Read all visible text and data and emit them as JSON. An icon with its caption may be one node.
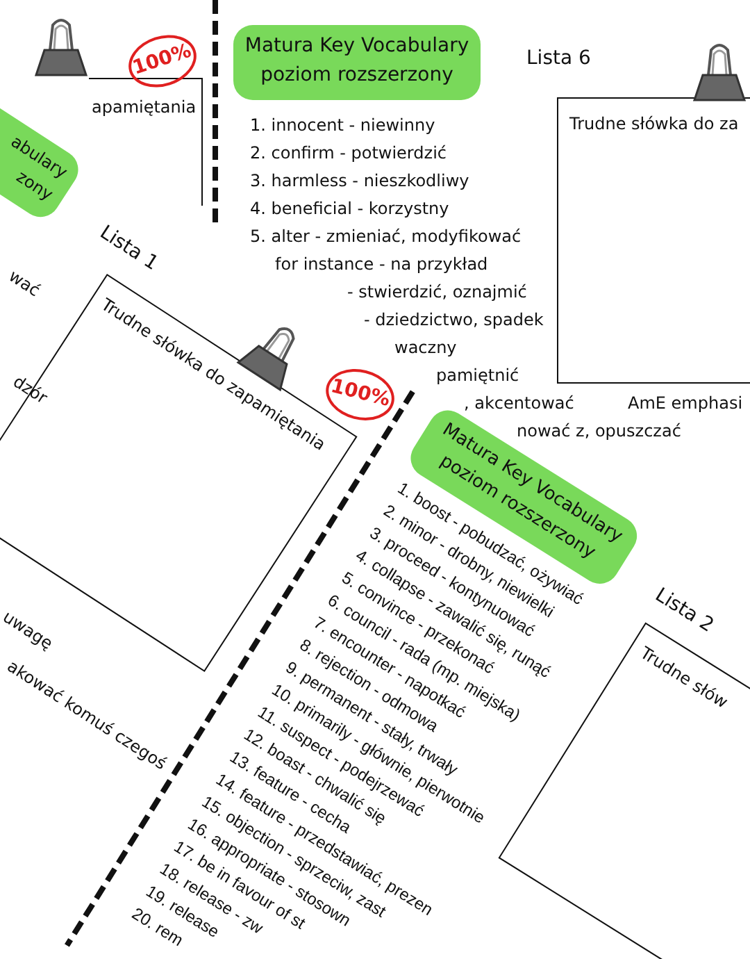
{
  "diagram": {
    "nodes": [
      {
        "text": [
          "apamiętania"
        ]
      },
      {
        "text": [
          "abulary zony"
        ]
      },
      {
        "text": [
          "Matura Key Vocabulary poziom rozszerzony"
        ]
      },
      {
        "text": [
          "Trudne słówka do zapamiętania"
        ],
        "beside": [
          "Lista 1"
        ]
      },
      {
        "text": [
          "Trudne słówka do za"
        ],
        "beside": [
          "Lista 6"
        ]
      },
      {
        "text": [
          "Matura Key Vocabulary poziom rozszerzony"
        ]
      },
      {
        "text": [
          "Trudne słów"
        ],
        "beside": [
          "Lista 2"
        ]
      }
    ],
    "labels": [
      "100%",
      "1. innocent - niewinny",
      "2. confirm - potwierdzić",
      "3. harmless - nieszkodliwy",
      "4. beneficial - korzystny",
      "5. alter - zmieniać, modyfikować",
      "for instance - na przykład",
      "- stwierdzić, oznajmić",
      "- dziedzictwo, spadek",
      "waczny",
      "wać",
      "dzór",
      "pamiętnić",
      "100%",
      ", akcentować",
      "AmE emphasi",
      "nować z, opuszczać",
      "1. boost - pobudzać, ożywiać",
      "2. minor - drobny, niewielki",
      "3. proceed - kontynuować",
      "4. collapse - zawalić się, runąć",
      "5. convince - przekonać",
      "6. council - rada (mp. miejska)",
      "7. encounter - napotkać",
      "8. rejection - odmowa",
      "9. permanent - stały, trwały",
      "10. primarily - głównie, pierwotnie",
      "11. suspect - podejrzewać",
      "12. boast - chwalić się",
      "13. feature - cecha",
      "14. feature - przedstawiać, prezen",
      "15. objection - sprzeciw, zast",
      "16. appropriate - stosown",
      "17. be in favour of st",
      "18. release - zw",
      "19. release",
      "20. rem",
      "uwagę",
      "akować komuś czegoś"
    ]
  }
}
